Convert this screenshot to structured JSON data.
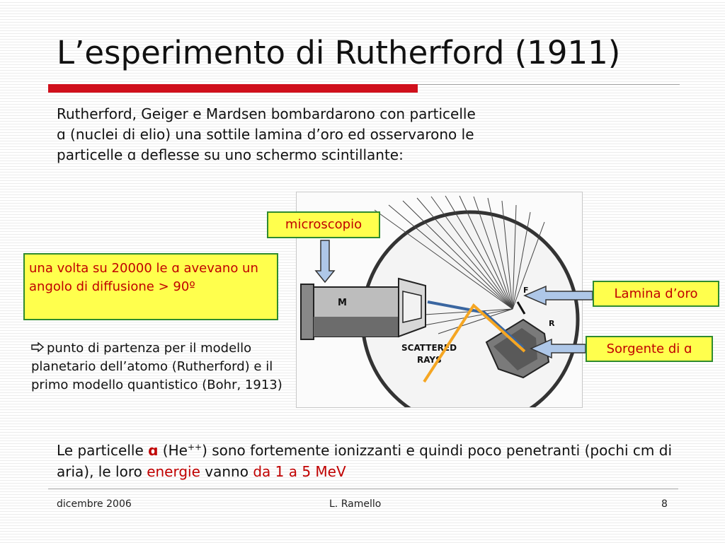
{
  "slide": {
    "title": "L’esperimento di Rutherford (1911)",
    "intro": "Rutherford, Geiger e Mardsen bombardarono con particelle ɑ (nuclei di elio) una sottile lamina d’oro ed osservarono le particelle ɑ deflesse su uno schermo scintillante:"
  },
  "callouts": {
    "microscopio": "microscopio",
    "lamina": "Lamina d’oro",
    "sorgente": "Sorgente di ɑ",
    "volta": "una volta su 20000 le ɑ avevano un angolo di diffusione > 90º"
  },
  "punto": {
    "text": "punto di partenza per il modello planetario dell’atomo (Rutherford) e il primo modello quantistico (Bohr, 1913)"
  },
  "figure": {
    "label_m": "M",
    "label_f": "F",
    "label_r": "R",
    "label_scattered": "SCATTERED",
    "label_rays": "RAYS"
  },
  "bottom": {
    "p1": "Le particelle ",
    "alpha": "ɑ",
    "p2": " (He",
    "charge": "++",
    "p3": ") sono fortemente ionizzanti e quindi poco penetranti (pochi cm di aria), le loro ",
    "energie": "energie",
    "p4": " vanno ",
    "range": "da 1 a 5 MeV"
  },
  "footer": {
    "date": "dicembre 2006",
    "author": "L. Ramello",
    "page": "8"
  },
  "colors": {
    "accent_red": "#d0101c",
    "callout_bg": "#ffff4d",
    "callout_border": "#2f8b2f",
    "callout_text": "#c00000",
    "arrow_fill": "#aec7e8",
    "blue_track": "#3a66a0",
    "orange_track": "#f5a623"
  }
}
